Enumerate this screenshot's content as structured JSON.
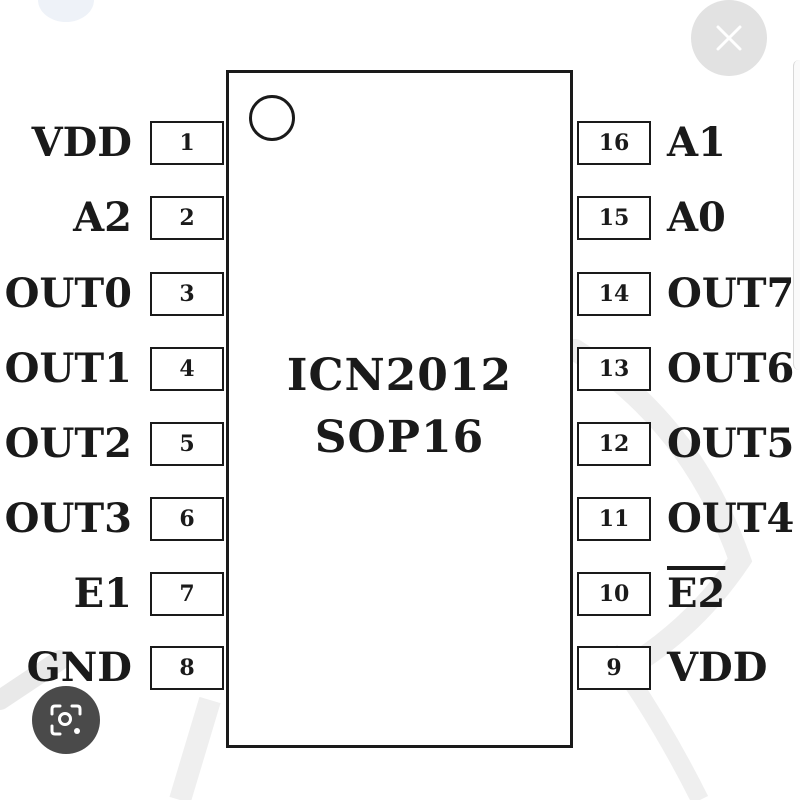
{
  "chip": {
    "part_number": "ICN2012",
    "package": "SOP16"
  },
  "left_pins": [
    {
      "number": "1",
      "name": "VDD"
    },
    {
      "number": "2",
      "name": "A2"
    },
    {
      "number": "3",
      "name": "OUT0"
    },
    {
      "number": "4",
      "name": "OUT1"
    },
    {
      "number": "5",
      "name": "OUT2"
    },
    {
      "number": "6",
      "name": "OUT3"
    },
    {
      "number": "7",
      "name": "E1"
    },
    {
      "number": "8",
      "name": "GND"
    }
  ],
  "right_pins": [
    {
      "number": "16",
      "name": "A1"
    },
    {
      "number": "15",
      "name": "A0"
    },
    {
      "number": "14",
      "name": "OUT7"
    },
    {
      "number": "13",
      "name": "OUT6"
    },
    {
      "number": "12",
      "name": "OUT5"
    },
    {
      "number": "11",
      "name": "OUT4"
    },
    {
      "number": "10",
      "name": "E2"
    },
    {
      "number": "9",
      "name": "VDD"
    }
  ],
  "icons": {
    "close": "close-icon",
    "lens": "image-search-icon"
  },
  "colors": {
    "outline": "#1a1a1a",
    "close_bg": "#e2e2e2",
    "lens_bg": "#4a4a4a"
  }
}
